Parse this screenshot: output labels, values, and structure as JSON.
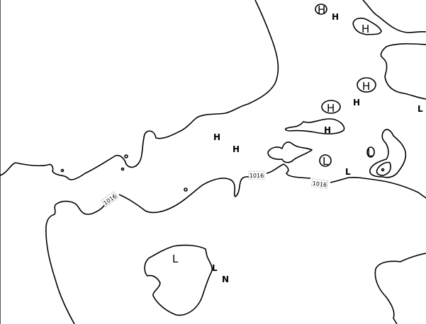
{
  "map": {
    "contour_labels": [
      "1016",
      "1016",
      "1016"
    ],
    "pressure_centers": [
      {
        "type": "H",
        "label": "H"
      },
      {
        "type": "H",
        "label": "H"
      },
      {
        "type": "H",
        "label": "H"
      },
      {
        "type": "H",
        "label": "H"
      },
      {
        "type": "H",
        "label": "H"
      },
      {
        "type": "H",
        "label": "H"
      },
      {
        "type": "H",
        "label": "H"
      },
      {
        "type": "H",
        "label": "H"
      },
      {
        "type": "H",
        "label": "H"
      },
      {
        "type": "L",
        "label": "L"
      },
      {
        "type": "L",
        "label": "L"
      },
      {
        "type": "L",
        "label": "L"
      },
      {
        "type": "L",
        "label": "L"
      },
      {
        "type": "L",
        "label": "L"
      },
      {
        "type": "L",
        "label": "L"
      }
    ],
    "line_color": "#000000",
    "background_color": "#ffffff"
  }
}
